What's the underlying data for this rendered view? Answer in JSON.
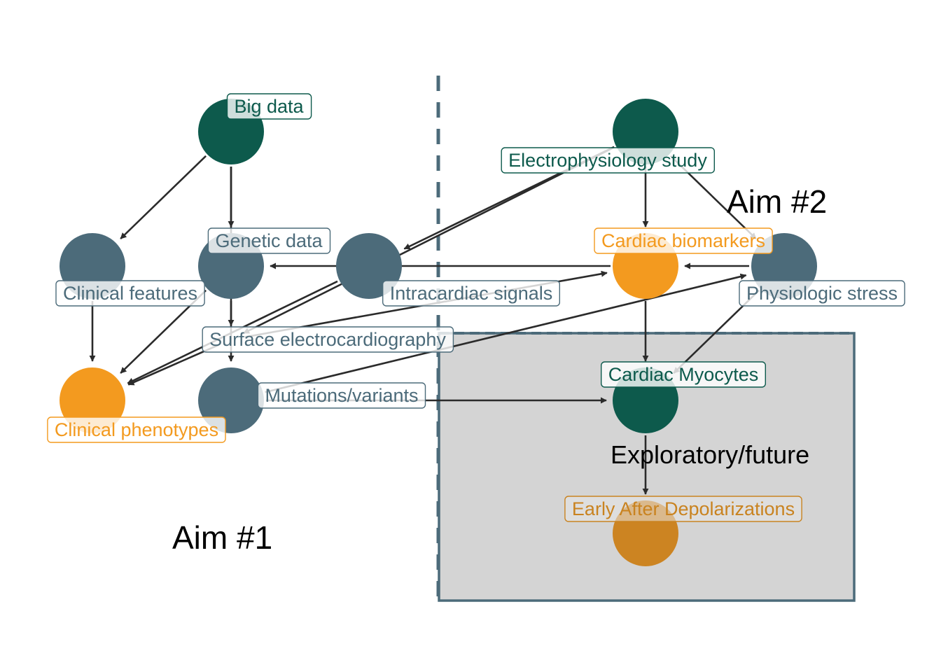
{
  "colors": {
    "teal": "#0d5a4c",
    "slate": "#4c6b7a",
    "orange": "#f39a1f",
    "edge": "#2b2b2b",
    "region_fill": "#d4d4d4",
    "region_stroke": "#4c6b7a"
  },
  "aims": {
    "aim1": "Aim #1",
    "aim2": "Aim #2"
  },
  "region_label": "Exploratory/future",
  "nodes": [
    {
      "id": "big_data",
      "label": "Big data",
      "role": "teal"
    },
    {
      "id": "ep_study",
      "label": "Electrophysiology study",
      "role": "teal"
    },
    {
      "id": "clinical_features",
      "label": "Clinical features",
      "role": "slate"
    },
    {
      "id": "genetic_data",
      "label": "Genetic data",
      "role": "slate"
    },
    {
      "id": "surface_ecg",
      "label": "Surface electrocardiography",
      "role": "slate"
    },
    {
      "id": "intracardiac",
      "label": "Intracardiac signals",
      "role": "slate"
    },
    {
      "id": "cardiac_biomarkers",
      "label": "Cardiac biomarkers",
      "role": "orange"
    },
    {
      "id": "physiologic_stress",
      "label": "Physiologic stress",
      "role": "slate"
    },
    {
      "id": "clinical_phenotypes",
      "label": "Clinical phenotypes",
      "role": "orange"
    },
    {
      "id": "mutations",
      "label": "Mutations/variants",
      "role": "slate"
    },
    {
      "id": "myocytes",
      "label": "Cardiac Myocytes",
      "role": "teal"
    },
    {
      "id": "ead",
      "label": "Early After Depolarizations",
      "role": "orange"
    }
  ],
  "edges": [
    [
      "big_data",
      "clinical_features"
    ],
    [
      "big_data",
      "genetic_data"
    ],
    [
      "big_data",
      "surface_ecg"
    ],
    [
      "ep_study",
      "surface_ecg"
    ],
    [
      "ep_study",
      "intracardiac"
    ],
    [
      "ep_study",
      "cardiac_biomarkers"
    ],
    [
      "ep_study",
      "physiologic_stress"
    ],
    [
      "cardiac_biomarkers",
      "genetic_data"
    ],
    [
      "physiologic_stress",
      "cardiac_biomarkers"
    ],
    [
      "clinical_features",
      "clinical_phenotypes"
    ],
    [
      "genetic_data",
      "clinical_phenotypes"
    ],
    [
      "genetic_data",
      "mutations"
    ],
    [
      "surface_ecg",
      "clinical_phenotypes"
    ],
    [
      "surface_ecg",
      "cardiac_biomarkers"
    ],
    [
      "intracardiac",
      "clinical_phenotypes"
    ],
    [
      "mutations",
      "physiologic_stress"
    ],
    [
      "mutations",
      "myocytes"
    ],
    [
      "cardiac_biomarkers",
      "myocytes"
    ],
    [
      "physiologic_stress",
      "myocytes"
    ],
    [
      "myocytes",
      "ead"
    ]
  ]
}
